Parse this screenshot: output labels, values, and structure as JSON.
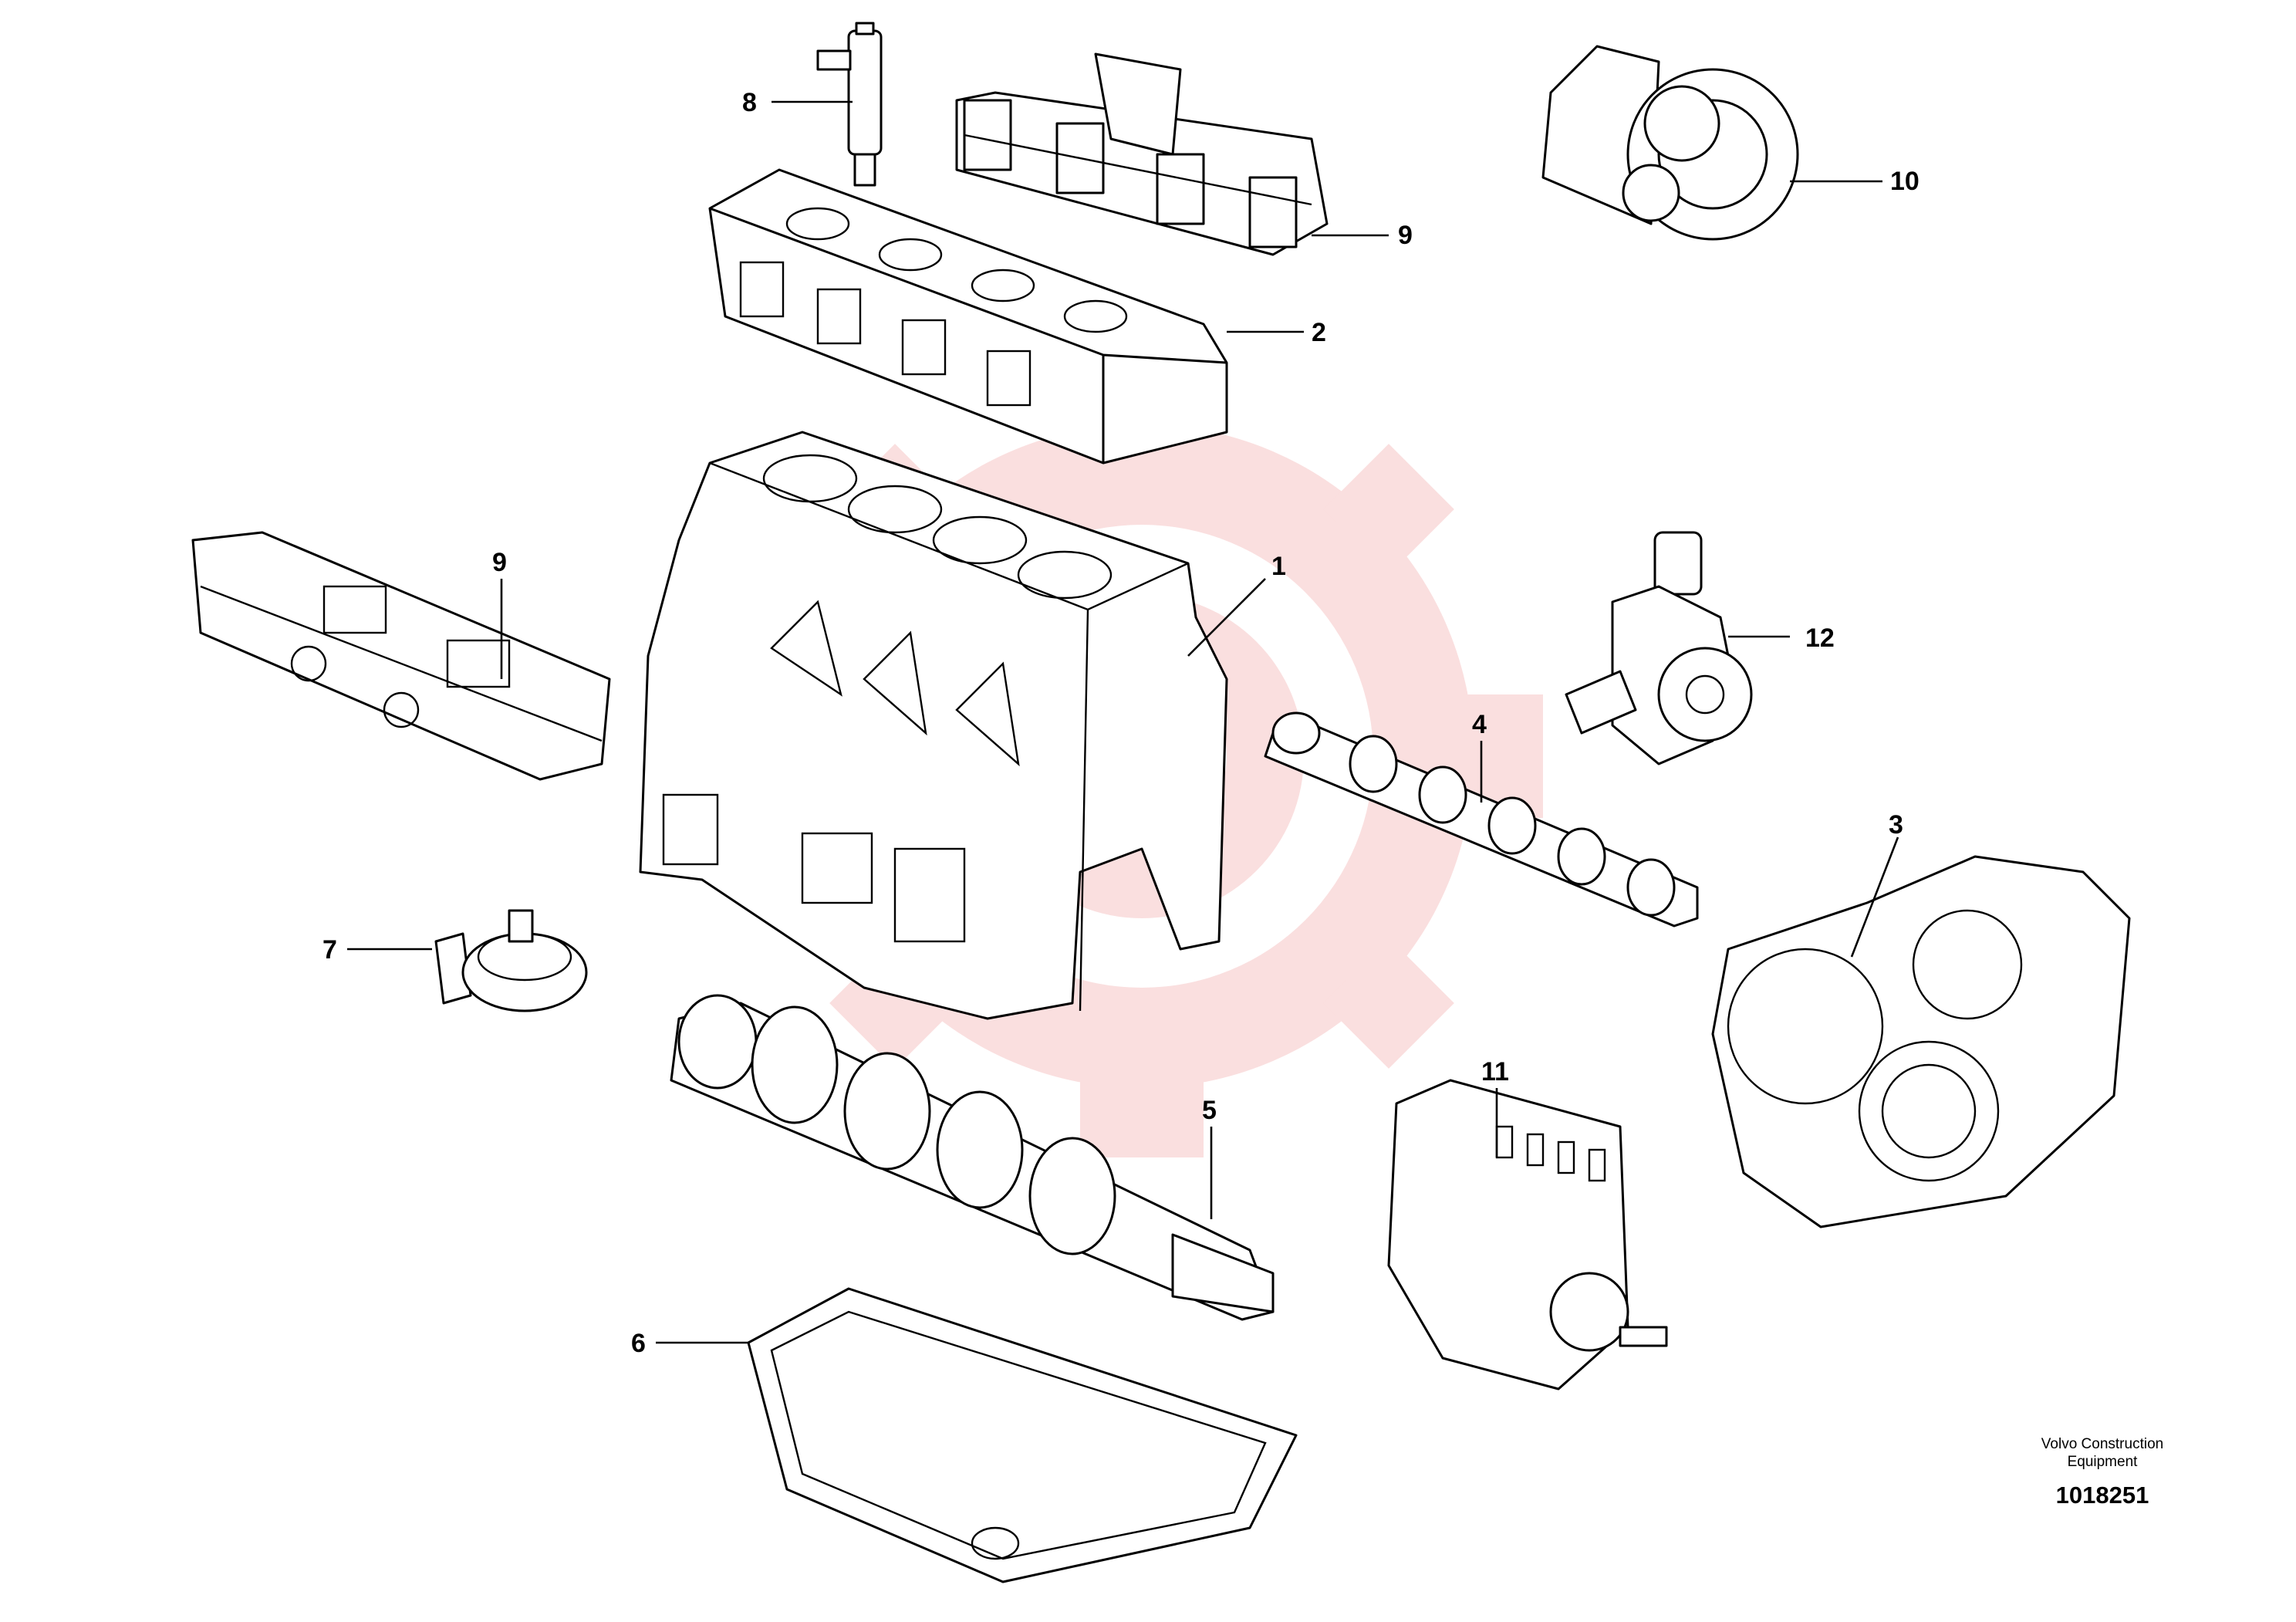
{
  "colors": {
    "line": "#000000",
    "background": "#ffffff",
    "watermark": "#f6c5c5"
  },
  "callouts": [
    {
      "id": "1",
      "part": "cylinder-block"
    },
    {
      "id": "2",
      "part": "cylinder-head"
    },
    {
      "id": "3",
      "part": "timing-gear-cover"
    },
    {
      "id": "4",
      "part": "camshaft"
    },
    {
      "id": "5",
      "part": "crankshaft"
    },
    {
      "id": "6",
      "part": "oil-pan"
    },
    {
      "id": "7",
      "part": "oil-cooler"
    },
    {
      "id": "8",
      "part": "fuel-injector"
    },
    {
      "id": "9a",
      "label": "9",
      "part": "exhaust-manifold"
    },
    {
      "id": "9b",
      "label": "9",
      "part": "intake-manifold"
    },
    {
      "id": "10",
      "part": "turbocharger"
    },
    {
      "id": "11",
      "part": "fuel-injection-pump"
    },
    {
      "id": "12",
      "part": "water-pump"
    }
  ],
  "caption": {
    "company_line1": "Volvo Construction",
    "company_line2": "Equipment",
    "drawing_number": "1018251"
  }
}
